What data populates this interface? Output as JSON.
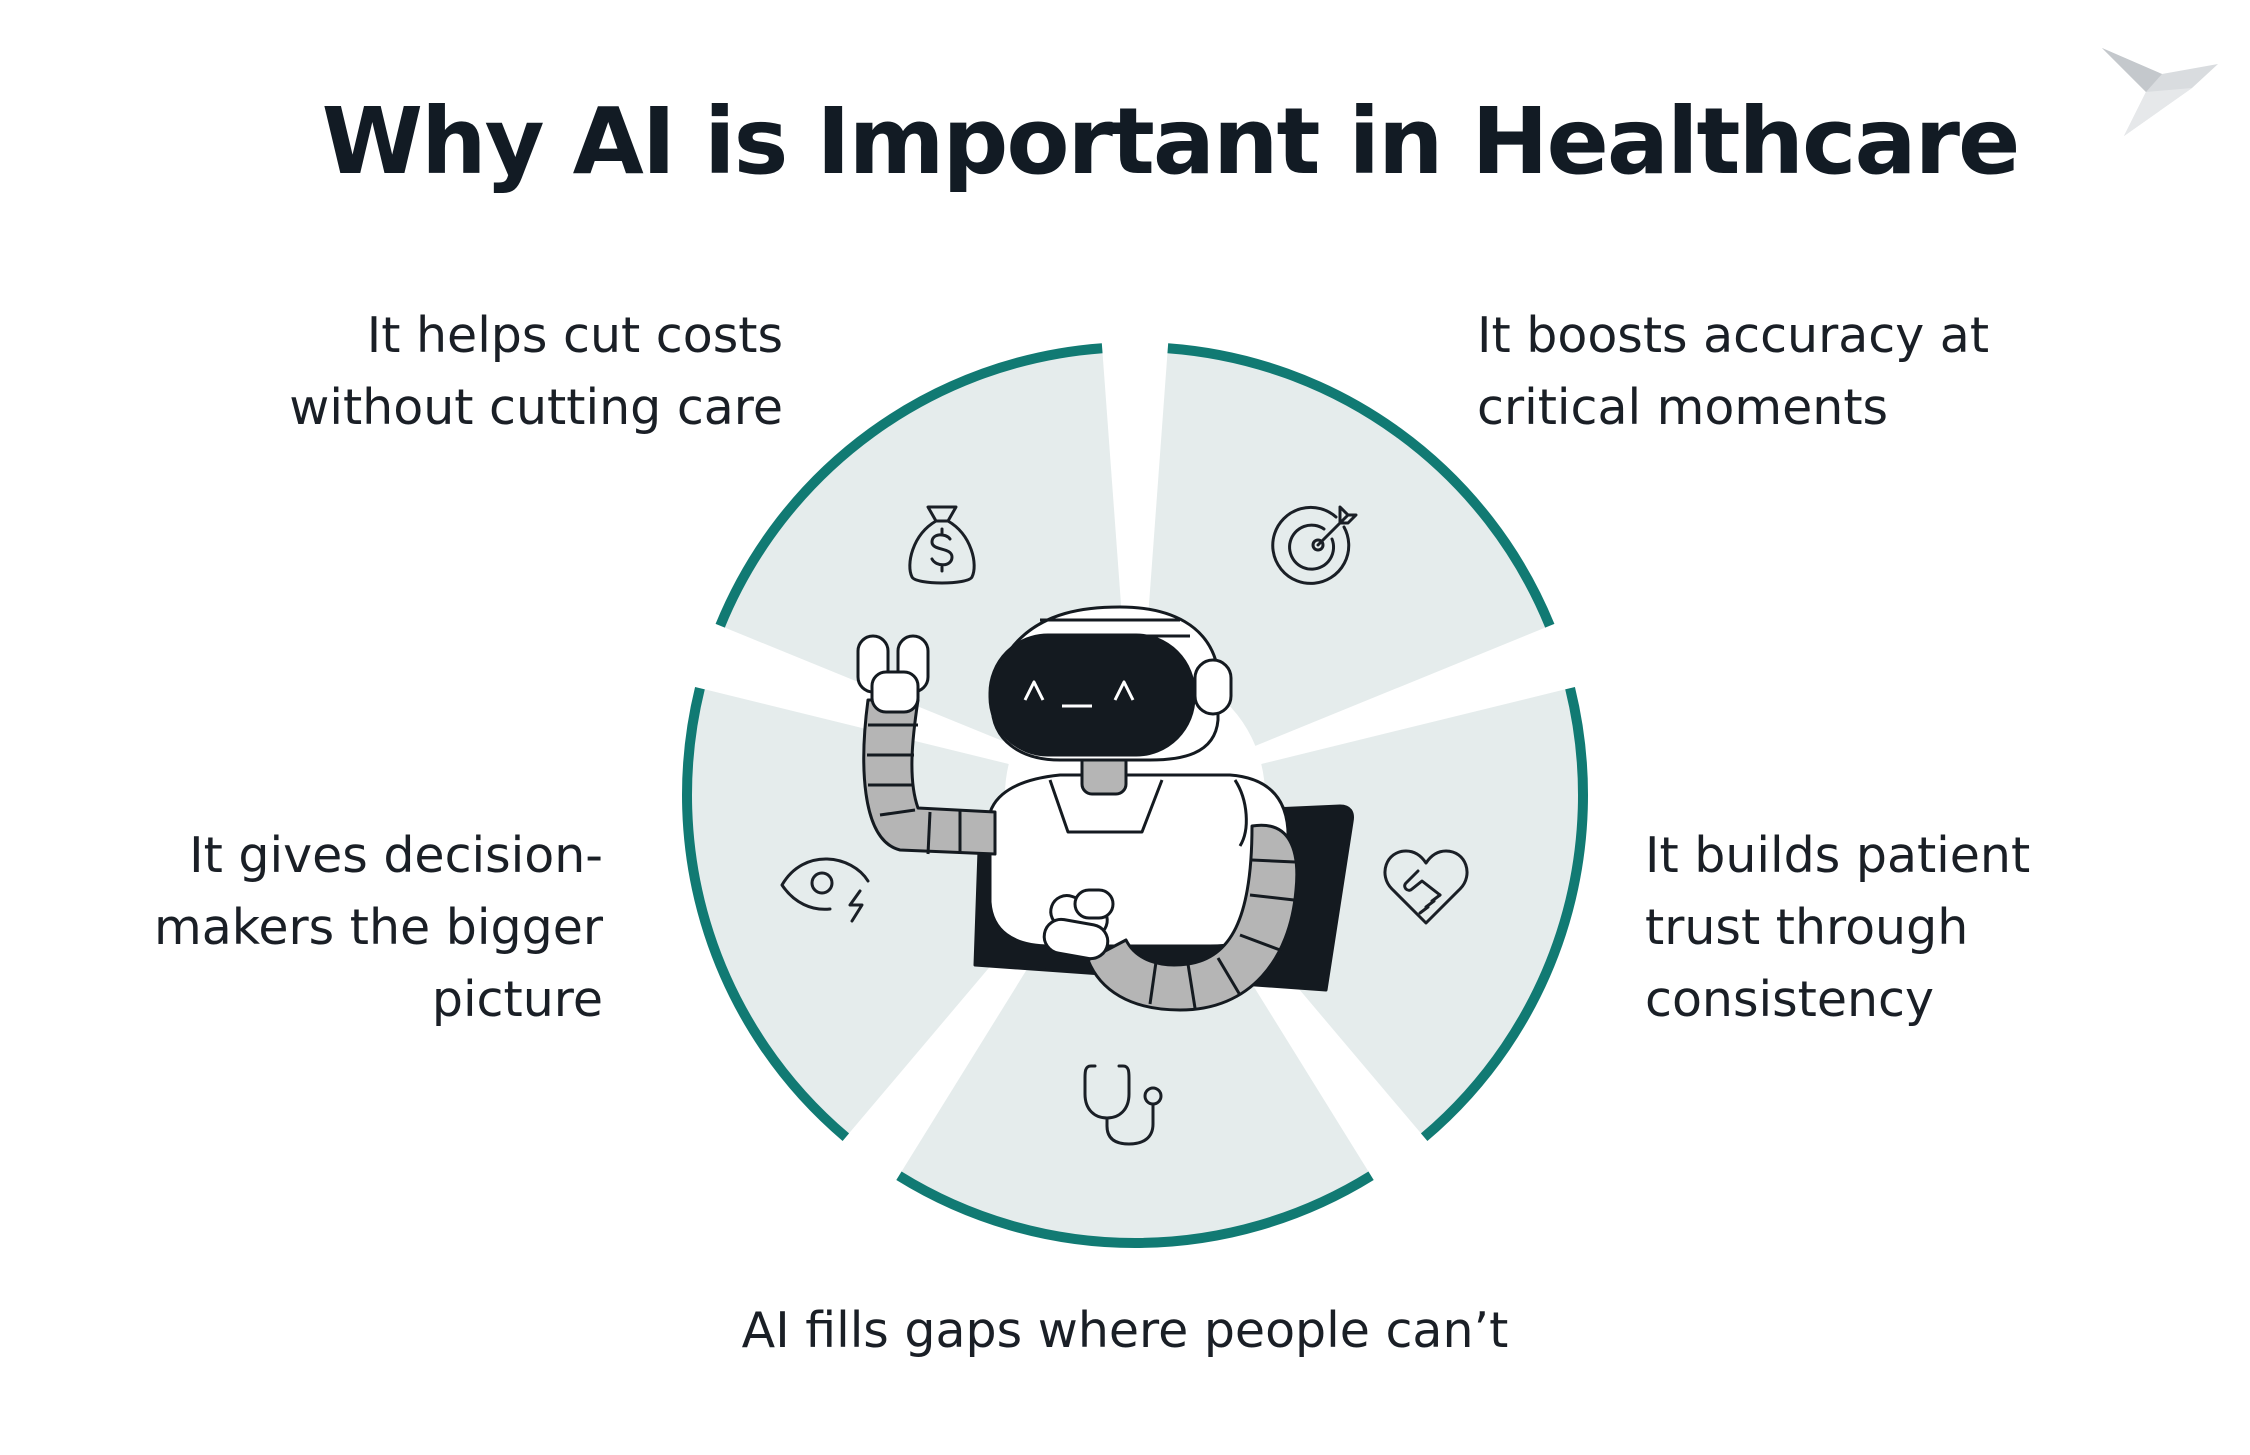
{
  "title": "Why AI is Important in Healthcare",
  "segments": [
    {
      "id": "cost",
      "icon": "money-bag-icon",
      "lines": [
        "It helps cut costs",
        "without cutting care"
      ]
    },
    {
      "id": "accuracy",
      "icon": "target-icon",
      "lines": [
        "It boosts accuracy at",
        "critical moments"
      ]
    },
    {
      "id": "trust",
      "icon": "heart-handshake-icon",
      "lines": [
        "It builds patient",
        "trust through",
        "consistency"
      ]
    },
    {
      "id": "gaps",
      "icon": "stethoscope-icon",
      "lines": [
        "AI fills gaps where people can’t"
      ]
    },
    {
      "id": "decision",
      "icon": "eye-insight-icon",
      "lines": [
        "It gives decision-",
        "makers the bigger",
        "picture"
      ]
    }
  ],
  "colors": {
    "ring": "#117a73",
    "segment_fill": "#e5ecec",
    "text": "#1a1f26",
    "robot_dark": "#141a20",
    "robot_arm": "#b5b5b5"
  },
  "illustration": "robot-icon",
  "logo": "bird-logo-icon"
}
